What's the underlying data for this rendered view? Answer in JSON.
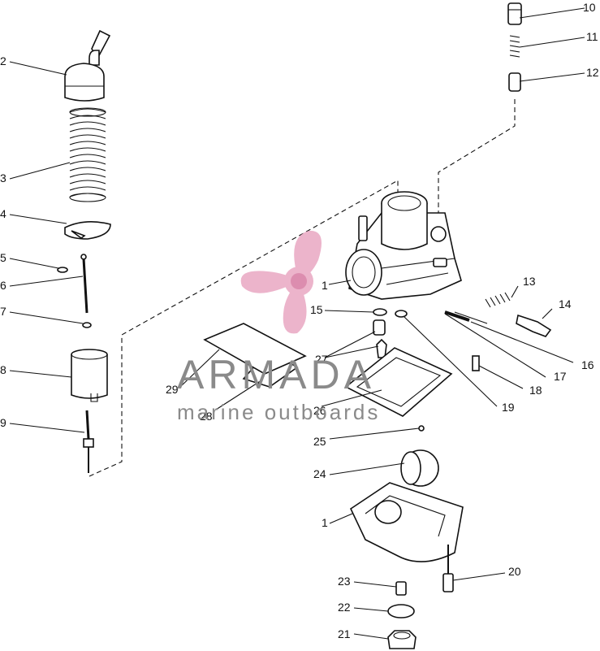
{
  "callouts": [
    "1",
    "2",
    "3",
    "4",
    "5",
    "6",
    "7",
    "8",
    "9",
    "10",
    "11",
    "12",
    "13",
    "14",
    "15",
    "16",
    "17",
    "18",
    "19",
    "20",
    "21",
    "22",
    "23",
    "24",
    "25",
    "26",
    "27",
    "28",
    "29"
  ],
  "watermark": {
    "title": "ARMADA",
    "subtitle": "marine outboards",
    "logo_color": "#e9a7c2",
    "icon": "propeller-icon"
  }
}
